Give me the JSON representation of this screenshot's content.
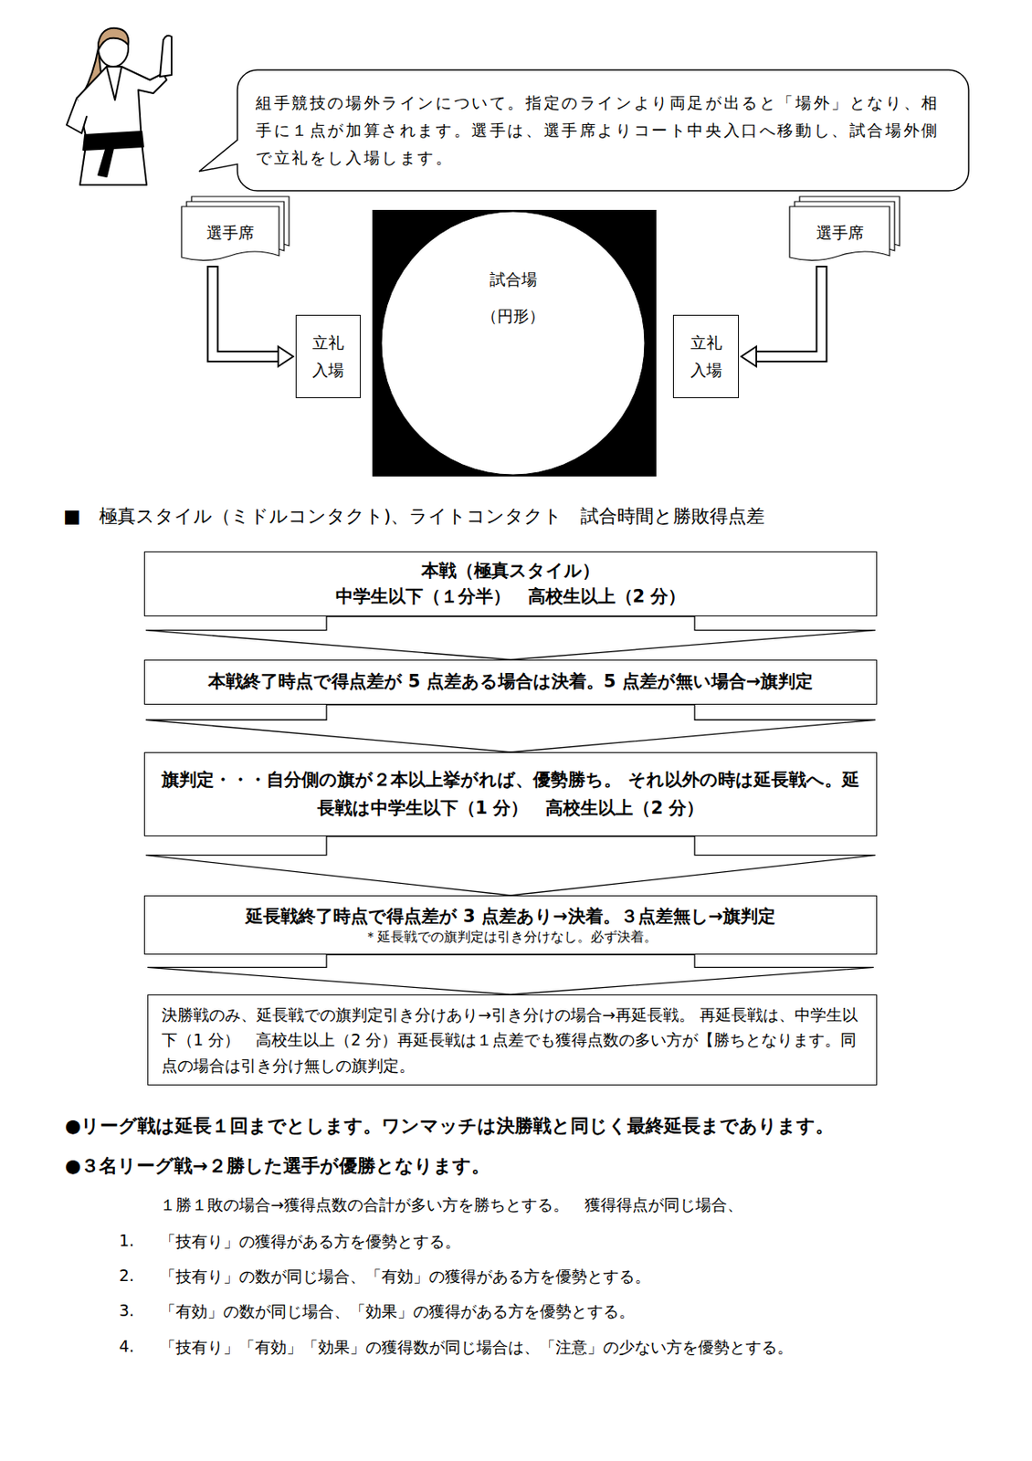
{
  "diagram": {
    "title": "■　極真スタイル（ミドルコンタクト)、ライトコンタクト　試合時間と勝敗得点差",
    "nodes": [
      {
        "text": [
          "組手競技の場外ラインについて。指定のラインより両足が出ると「場外」となり、相手に１点が加算されます。選手は、選手席よりコート中央入口へ移動し、試合場外側で立礼をし入場します。"
        ]
      },
      {
        "text": [
          "選手席"
        ]
      },
      {
        "text": [
          "試合場",
          "（円形）"
        ]
      },
      {
        "text": [
          "選手席"
        ]
      },
      {
        "text": [
          "立礼",
          "入場"
        ]
      },
      {
        "text": [
          "立礼",
          "入場"
        ]
      },
      {
        "text": [
          "本戦（極真スタイル）",
          "中学生以下（１分半）　高校生以上（2 分）"
        ]
      },
      {
        "text": [
          "本戦終了時点で得点差が 5 点差ある場合は決着。5 点差が無い場合→旗判定"
        ]
      },
      {
        "text": [
          "旗判定・・・自分側の旗が２本以上挙がれば、優勢勝ち。 それ以外の時は延長戦へ。延長戦は中学生以下（1 分）　高校生以上（2 分）"
        ]
      },
      {
        "text": [
          "延長戦終了時点で得点差が 3 点差あり→決着。３点差無し→旗判定",
          "＊延長戦での旗判定は引き分けなし。必ず決着。"
        ]
      },
      {
        "text": [
          "決勝戦のみ、延長戦での旗判定引き分けあり→引き分けの場合→再延長戦。 再延長戦は、中学生以下（1 分）　高校生以上（2 分）再延長戦は１点差でも獲得点数の多い方が【勝ちとなります。同点の場合は引き分け無しの旗判定。"
        ]
      }
    ],
    "edges": [
      {
        "from": 1,
        "to": 4,
        "arrow": "to"
      },
      {
        "from": 3,
        "to": 5,
        "arrow": "to"
      },
      {
        "from": 6,
        "to": 7,
        "arrow": "to"
      },
      {
        "from": 7,
        "to": 8,
        "arrow": "to"
      },
      {
        "from": 8,
        "to": 9,
        "arrow": "to"
      },
      {
        "from": 9,
        "to": 10,
        "arrow": "to"
      }
    ],
    "labels": [
      "●リーグ戦は延長１回までとします。ワンマッチは決勝戦と同じく最終延長まであります。",
      "●３名リーグ戦→２勝した選手が優勝となります。",
      "１勝１敗の場合→獲得点数の合計が多い方を勝ちとする。　獲得得点が同じ場合、",
      "1.",
      "「技有り」の獲得がある方を優勢とする。",
      "2.",
      "「技有り」の数が同じ場合、「有効」の獲得がある方を優勢とする。",
      "3.",
      "「有効」の数が同じ場合、「効果」の獲得がある方を優勢とする。",
      "4.",
      "「技有り」「有効」「効果」の獲得数が同じ場合は、「注意」の少ない方を優勢とする。"
    ]
  }
}
